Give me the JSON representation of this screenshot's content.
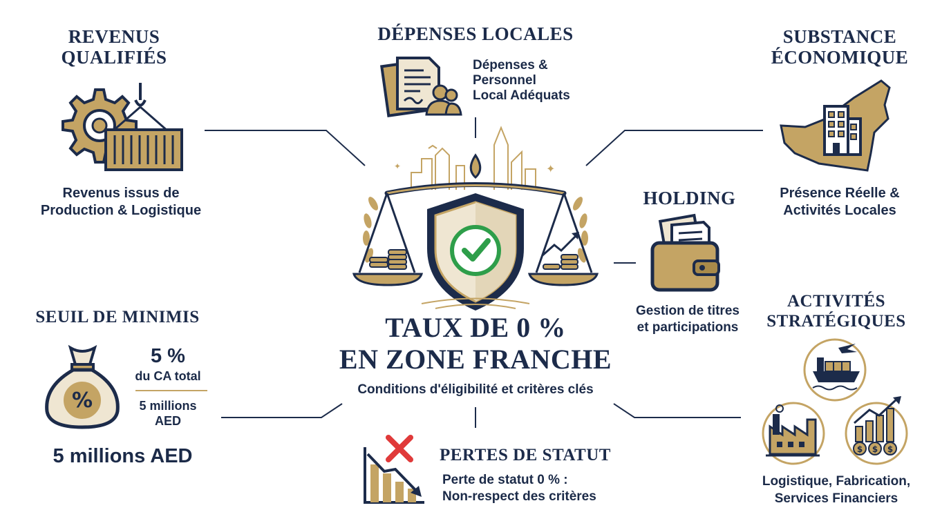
{
  "colors": {
    "navy": "#1c2b4a",
    "gold": "#c4a464",
    "gold_dark": "#a88a4a",
    "green": "#2e9e4a",
    "red": "#e03a3a",
    "cream": "#efe6d2"
  },
  "center": {
    "title_line1": "TAUX DE 0 %",
    "title_line2": "EN ZONE FRANCHE",
    "subtitle": "Conditions d'éligibilité et critères clés",
    "icon": "scales-shield-checkmark-icon"
  },
  "revenus": {
    "title_line1": "REVENUS",
    "title_line2": "QUALIFIÉS",
    "icon": "gear-container-icon",
    "desc_line1": "Revenus issus de",
    "desc_line2": "Production & Logistique"
  },
  "depenses": {
    "title": "DÉPENSES LOCALES",
    "icon": "documents-people-icon",
    "desc_line1": "Dépenses &",
    "desc_line2": "Personnel",
    "desc_line3": "Local Adéquats"
  },
  "substance": {
    "title_line1": "SUBSTANCE",
    "title_line2": "ÉCONOMIQUE",
    "icon": "uae-map-building-icon",
    "desc_line1": "Présence Réelle &",
    "desc_line2": "Activités Locales"
  },
  "holding": {
    "title": "HOLDING",
    "icon": "wallet-icon",
    "desc_line1": "Gestion de titres",
    "desc_line2": "et participations"
  },
  "minimis": {
    "title": "SEUIL DE MINIMIS",
    "icon": "money-bag-percent-icon",
    "pct": "5 %",
    "pct_label": "du CA total",
    "amount_line1": "5 millions",
    "amount_line2": "AED",
    "bottom": "5 millions AED"
  },
  "pertes": {
    "title": "PERTES DE STATUT",
    "icon": "declining-chart-cross-icon",
    "desc_line1": "Perte de statut 0 % :",
    "desc_line2": "Non-respect des critères"
  },
  "activites": {
    "title_line1": "ACTIVITÉS",
    "title_line2": "STRATÉGIQUES",
    "icon": "ship-factory-finance-icon",
    "desc_line1": "Logistique, Fabrication,",
    "desc_line2": "Services Financiers"
  }
}
